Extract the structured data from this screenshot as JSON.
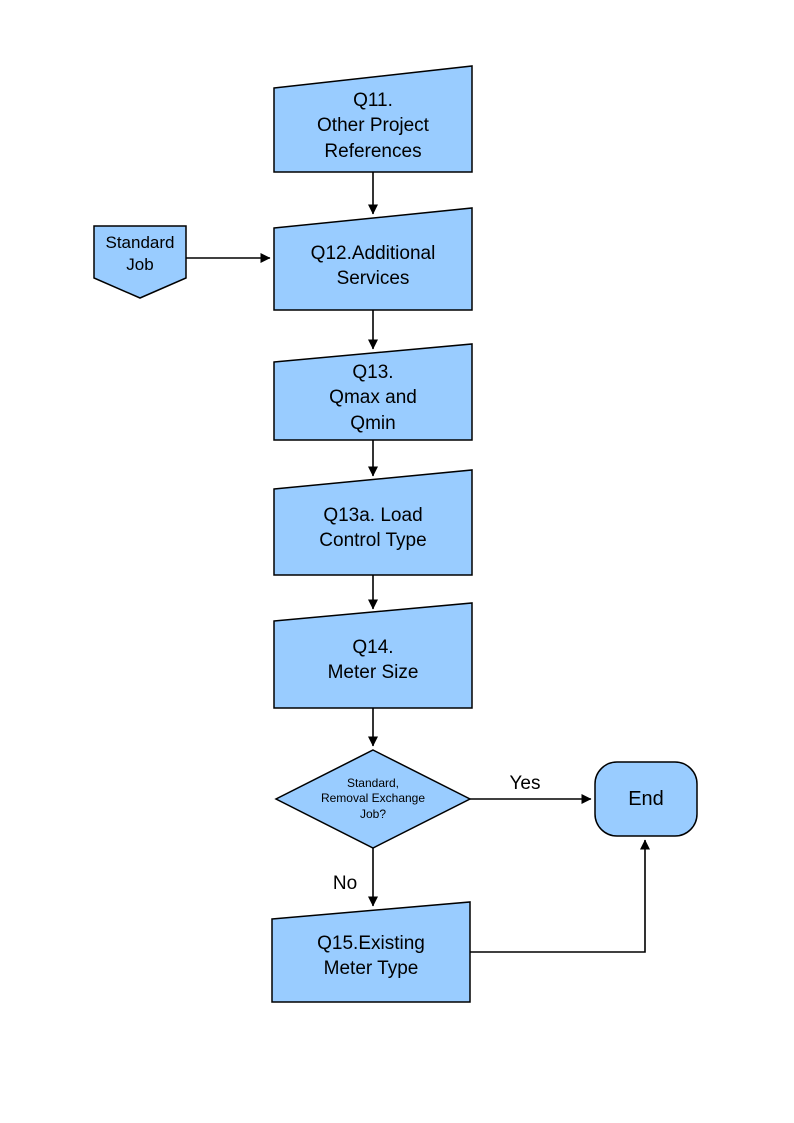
{
  "diagram": {
    "nodes": {
      "q11": {
        "label": "Q11.\nOther Project\nReferences"
      },
      "standard_job": {
        "label": "Standard\nJob"
      },
      "q12": {
        "label": "Q12.Additional\nServices"
      },
      "q13": {
        "label": "Q13.\nQmax and\nQmin"
      },
      "q13a": {
        "label": "Q13a. Load\nControl Type"
      },
      "q14": {
        "label": "Q14.\nMeter Size"
      },
      "decision": {
        "label": "Standard,\nRemoval Exchange\nJob?"
      },
      "end": {
        "label": "End"
      },
      "q15": {
        "label": "Q15.Existing\nMeter Type"
      }
    },
    "edge_labels": {
      "yes": "Yes",
      "no": "No"
    }
  },
  "colors": {
    "node_fill": "#99CCFF",
    "node_border": "#000000",
    "arrow": "#000000",
    "text": "#000000",
    "background": "#FFFFFF"
  }
}
